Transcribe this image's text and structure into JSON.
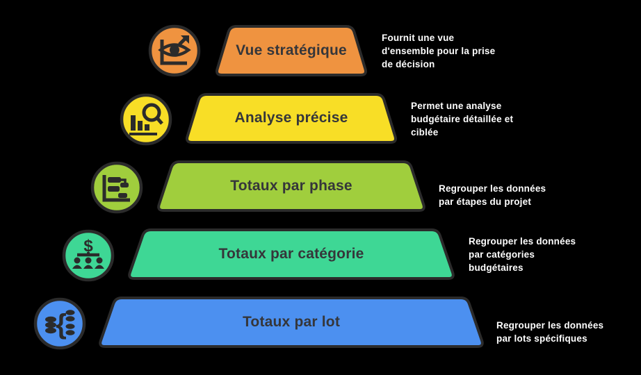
{
  "colors": {
    "background": "#000000",
    "outline": "#2b2b2b",
    "label_text": "#35363a",
    "description_text": "#ffffff"
  },
  "levels": [
    {
      "label": "Vue stratégique",
      "color": "#ef9340",
      "icon": "strategic-view-icon",
      "description": "Fournit une vue d'ensemble pour la prise de décision",
      "description_lines": [
        "Fournit une vue",
        "d'ensemble pour la prise",
        "de décision"
      ]
    },
    {
      "label": "Analyse précise",
      "color": "#f8de26",
      "icon": "precise-analysis-icon",
      "description": "Permet une analyse budgétaire détaillée et ciblée",
      "description_lines": [
        "Permet une analyse",
        "budgétaire détaillée et",
        "ciblée"
      ]
    },
    {
      "label": "Totaux par phase",
      "color": "#a0ce3d",
      "icon": "phase-gantt-icon",
      "description": "Regrouper les données par étapes du projet",
      "description_lines": [
        "Regrouper les données",
        "par étapes du projet"
      ]
    },
    {
      "label": "Totaux par catégorie",
      "color": "#3ed795",
      "icon": "category-budget-icon",
      "description": "Regrouper les données par catégories budgétaires",
      "description_lines": [
        "Regrouper les données",
        "par catégories",
        "budgétaires"
      ]
    },
    {
      "label": "Totaux par lot",
      "color": "#4c90f0",
      "icon": "lot-data-icon",
      "description": "Regrouper les données par lots spécifiques",
      "description_lines": [
        "Regrouper les données",
        "par lots spécifiques"
      ]
    }
  ]
}
